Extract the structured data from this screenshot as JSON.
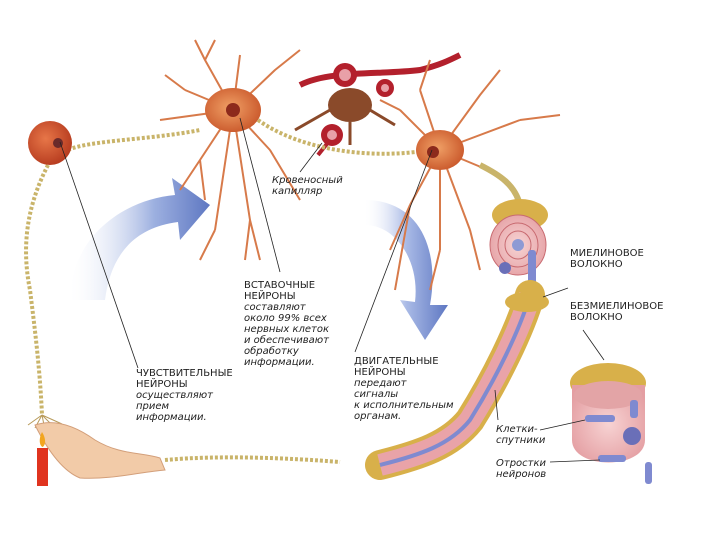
{
  "labels": {
    "capillary": {
      "line1": "Кровеносный",
      "line2": "капилляр"
    },
    "interneurons": {
      "title1": "ВСТАВОЧНЫЕ",
      "title2": "НЕЙРОНЫ",
      "text1": "составляют",
      "text2": "около 99% всех",
      "text3": "нервных клеток",
      "text4": "и обеспечивают",
      "text5": "обработку",
      "text6": "информации."
    },
    "sensory": {
      "title1": "ЧУВСТВИТЕЛЬНЫЕ",
      "title2": "НЕЙРОНЫ",
      "text1": "осуществляют",
      "text2": "прием",
      "text3": "информации."
    },
    "motor": {
      "title1": "ДВИГАТЕЛЬНЫЕ",
      "title2": "НЕЙРОНЫ",
      "text1": "передают",
      "text2": "сигналы",
      "text3": "к исполнительным",
      "text4": "органам."
    },
    "myelinated": {
      "line1": "МИЕЛИНОВОЕ",
      "line2": "ВОЛОКНО"
    },
    "unmyelinated": {
      "line1": "БЕЗМИЕЛИНОВОЕ",
      "line2": "ВОЛОКНО"
    },
    "satellite": {
      "line1": "Клетки-",
      "line2": "спутники"
    },
    "processes": {
      "line1": "Отростки",
      "line2": "нейронов"
    }
  },
  "colors": {
    "neuron_body": "#d9743a",
    "dendrite": "#d77a4a",
    "axon": "#c9b46a",
    "myelin_pink": "#e9a3a8",
    "myelin_yellow": "#d8b04a",
    "blood": "#b3202c",
    "arrow_blue": "#6f86c8"
  }
}
